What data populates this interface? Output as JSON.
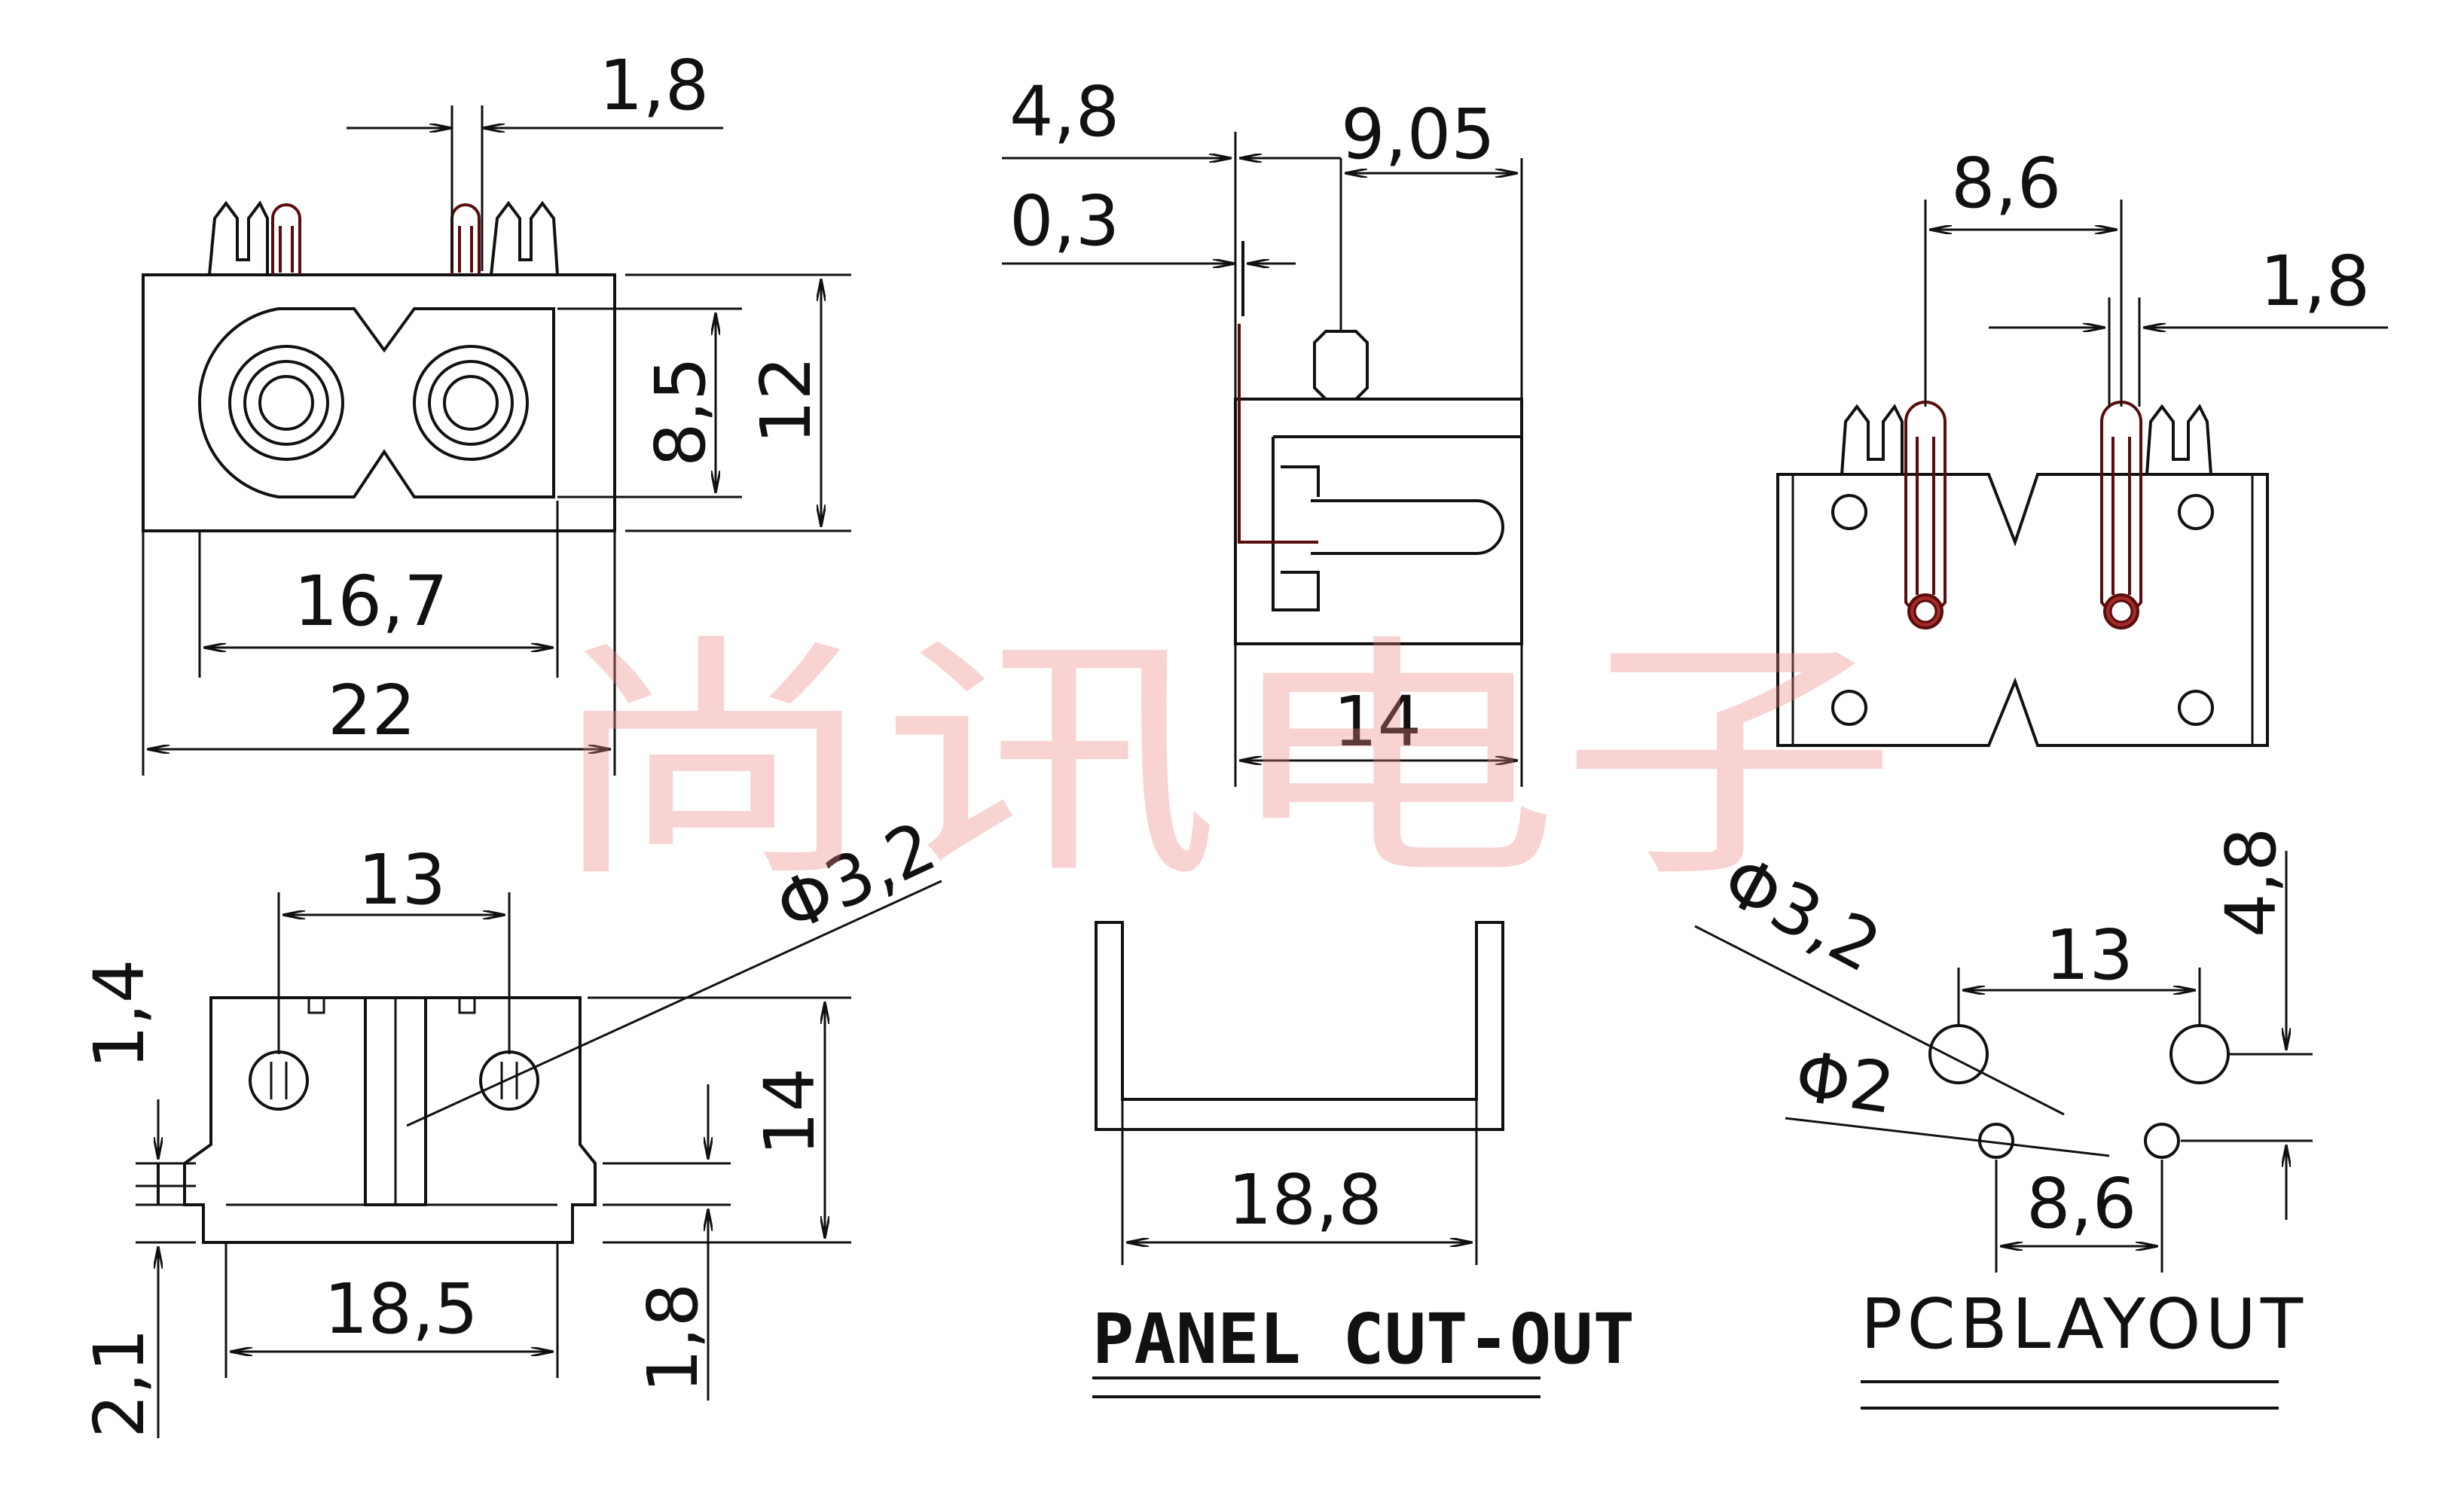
{
  "watermark": {
    "text": "尚讯电子",
    "color": "#f08080"
  },
  "colors": {
    "line": "#111111",
    "pin": "#a52a2a",
    "background": "#ffffff"
  },
  "front_view": {
    "dim_pin_width": "1,8",
    "dim_body_height": "12",
    "dim_inner_height": "8,5",
    "dim_inner_width": "16,7",
    "dim_total_width": "22"
  },
  "side_view": {
    "dim_a": "4,8",
    "dim_b": "9,05",
    "dim_c": "0,3",
    "dim_depth": "14"
  },
  "back_view": {
    "dim_pitch": "8,6",
    "dim_pin": "1,8"
  },
  "bottom_view": {
    "dim_hole_spacing": "13",
    "dim_hole_dia": "Φ3,2",
    "dim_left_top": "1,4",
    "dim_left_bottom": "2,1",
    "dim_height": "14",
    "dim_base_width": "18,5",
    "dim_flange": "1,8"
  },
  "panel_cutout": {
    "dim_width": "18,8",
    "title": "PANEL CUT-OUT"
  },
  "pcb_layout": {
    "dim_hole_large": "Φ3,2",
    "dim_hole_small": "Φ2",
    "dim_spacing_large": "13",
    "dim_spacing_small": "8,6",
    "dim_offset": "4,8",
    "title": "PCBLAYOUT"
  }
}
